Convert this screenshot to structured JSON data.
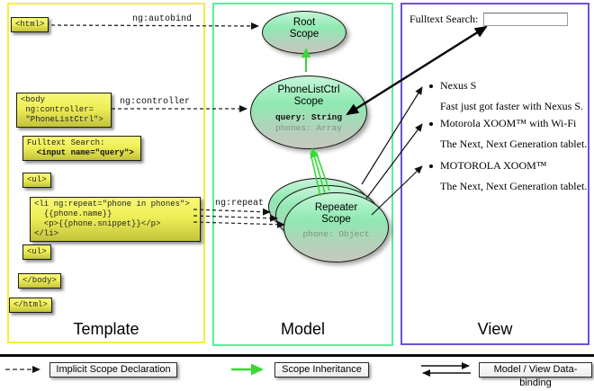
{
  "columns": {
    "template": {
      "label": "Template"
    },
    "model": {
      "label": "Model"
    },
    "view": {
      "label": "View"
    }
  },
  "arrow_labels": {
    "autobind": "ng:autobind",
    "controller": "ng:controller",
    "repeat": "ng:repeat"
  },
  "template_code": {
    "html_open": "<html>",
    "body_open_lines": [
      "<body",
      " ng:controller=",
      " \"PhoneListCtrl\">"
    ],
    "fulltext_line1": "Fulltext Search:",
    "fulltext_line2": "  <input name=\"query\">",
    "ul_open": "<ul>",
    "li_repeat_lines": [
      "<li ng:repeat=\"phone in phones\">",
      "  {{phone.name}}",
      "  <p>{{phone.snippet}}</p>",
      "</li>"
    ],
    "ul_close": "<ul>",
    "body_close": "</body>",
    "html_close": "</html>"
  },
  "model_scopes": {
    "root": {
      "title_line1": "Root",
      "title_line2": "Scope"
    },
    "phone_list": {
      "title_line1": "PhoneListCtrl",
      "title_line2": "Scope",
      "prop_query": "query: String",
      "prop_phones": "phones: Array"
    },
    "repeater": {
      "title_line1": "Repeater",
      "title_line2": "Scope",
      "prop_phone": "phone: Object"
    }
  },
  "view_panel": {
    "search_label": "Fulltext Search:",
    "search_value": "",
    "items": [
      {
        "title": "Nexus S",
        "desc": "Fast just got faster with Nexus S."
      },
      {
        "title": "Motorola XOOM™  with Wi-Fi",
        "desc": "The Next, Next Generation tablet."
      },
      {
        "title": "MOTOROLA XOOM™",
        "desc": "The Next, Next Generation tablet."
      }
    ]
  },
  "legend": {
    "implicit": "Implicit Scope Declaration",
    "inheritance": "Scope Inheritance",
    "binding": "Model / View Data-binding"
  },
  "colors": {
    "template_border": "#f4f136",
    "model_border": "#58f097",
    "view_border": "#6e51d5",
    "green_arrow": "#36d936",
    "scope_fill": "#8fe9b1",
    "code_box_fill": "#eeee57"
  }
}
